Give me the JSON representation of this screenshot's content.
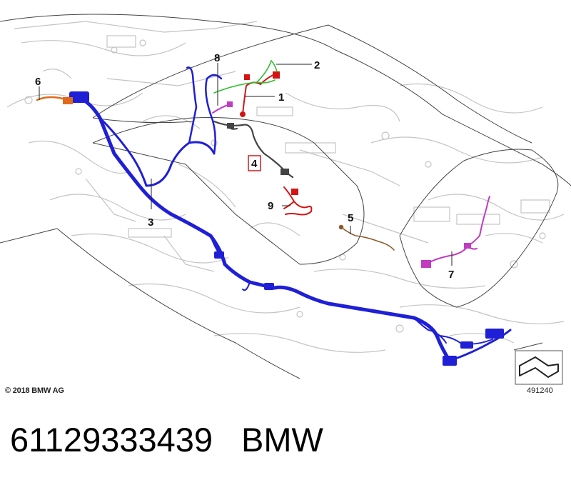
{
  "callouts": {
    "c1": "1",
    "c2": "2",
    "c3": "3",
    "c4": "4",
    "c5": "5",
    "c6": "6",
    "c7": "7",
    "c8": "8",
    "c9": "9"
  },
  "copyright": "© 2018 BMW AG",
  "diagram_id": "491240",
  "footer": {
    "part_number": "61129333439",
    "brand": "BMW"
  },
  "colors": {
    "main_harness": "#1f1fd6",
    "harness_1": "#d41414",
    "harness_2": "#2fbf2f",
    "harness_4": "#444444",
    "harness_5": "#8a5a2b",
    "harness_6": "#e06a1c",
    "harness_7": "#c23cc2",
    "harness_8": "#c23cc2",
    "harness_9": "#d41414",
    "highlight_box": "#c81e1e",
    "body_outline": "#444444",
    "background_lines": "#c4c4c4"
  }
}
